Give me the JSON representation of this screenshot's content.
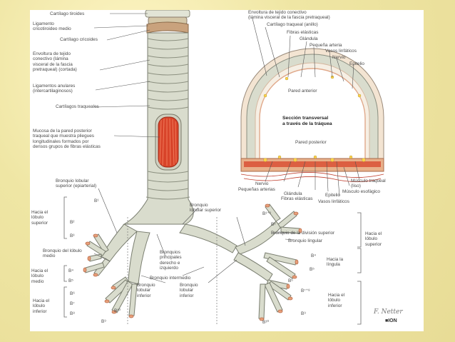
{
  "labels": {
    "cartilago_tiroides": "Cartílago tiroides",
    "lig_cricotiroideo": "Ligamento\ncricotiroideo medio",
    "cartilago_cricoides": "Cartílago cricoides",
    "envoltura_izq": "Envoltura de tejido\nconectivo (lámina\nvisceral de la fascia\npretraqueal) (cortada)",
    "lig_anulares": "Ligamentos anulares\n(intercartilaginosos)",
    "cartilagos_traqueales": "Cartílagos traqueales",
    "mucosa": "Mucosa de la pared posterior\ntraqueal que muestra pliegues\nlongitudinales formados por\ndensos grupos de fibras elásticas",
    "envoltura_der": "Envoltura de tejido conectivo\n(lámina visceral de la fascia pretraqueal)",
    "cartilago_traqueal_anillo": "Cartílago traqueal (anillo)",
    "fibras_elasticas_top": "Fibras elásticas",
    "glandula_top": "Glándula",
    "pequena_arteria_top": "Pequeña arteria",
    "vasos_linfaticos_top": "Vasos linfáticos",
    "nervio_top": "Nervio",
    "epitelio_top": "Epitelio",
    "pared_anterior": "Pared anterior",
    "seccion_title": "Sección transversal\na través de la tráquea",
    "pared_posterior": "Pared posterior",
    "nervio_bottom": "Nervio",
    "pequenas_arterias": "Pequeñas arterias",
    "glandula_bottom": "Glándula",
    "fibras_elasticas_bottom": "Fibras elásticas",
    "epitelio_bottom": "Epitelio",
    "vasos_linfaticos_bottom": "Vasos linfáticos",
    "musculo_traqueal": "Músculo traqueal\n(liso)",
    "musculo_esofagico": "Músculo esofágico",
    "bronquio_lobular_sup_izq": "Bronquio lobular\nsuperior (epiarterial)",
    "bronquio_lobular_sup_der": "Bronquio\nlobular superior",
    "hacia_lobulo_superior": "Hacia el\nlóbulo\nsuperior",
    "b1": "B¹",
    "b2": "B²",
    "b3": "B³",
    "bronquio_lobulo_medio": "Bronquio del lóbulo\nmedio",
    "hacia_lobulo_medio": "Hacia el\nlóbulo\nmedio",
    "b4": "B⁴",
    "b5": "B⁵",
    "hacia_lobulo_inferior_izq": "Hacia el\nlóbulo\ninferior",
    "b6": "B⁶",
    "b7": "B⁷",
    "b8": "B⁸",
    "b9": "B⁹",
    "b10": "B¹⁰",
    "bronquios_principales": "Bronquios\nprincipales\nderecho e\nizquierdo",
    "bronquio_intermedio": "Bronquio intermedio",
    "bronquio_lobular_inferior_izq": "Bronquio\nlobular\ninferior",
    "bronquio_lobular_inferior_der": "Bronquio\nlobular\ninferior",
    "r_b12": "B¹⁺²",
    "r_b3": "B³",
    "bronquio_division_superior": "Bronquio de la división superior",
    "bronquio_lingular": "Bronquio lingular",
    "r_b4": "B⁴",
    "r_b5": "B⁵",
    "hacia_lingula": "Hacia la\nlíngula",
    "hacia_lobulo_superior_der": "Hacia el\nlóbulo\nsuperior",
    "r_b6": "B⁶",
    "r_b78": "B⁷⁺⁸",
    "r_b9": "B⁹",
    "r_b10": "B¹⁰",
    "hacia_lobulo_inferior_der": "Hacia el\nlóbulo\ninferior",
    "signature": "F. Netter",
    "logo": "■ION"
  },
  "colors": {
    "background": "#f3edb0",
    "cartilage": "#d9dccd",
    "muscle": "#d8442a",
    "glands": "#e8a07a",
    "lines": "#5a5a5a"
  }
}
